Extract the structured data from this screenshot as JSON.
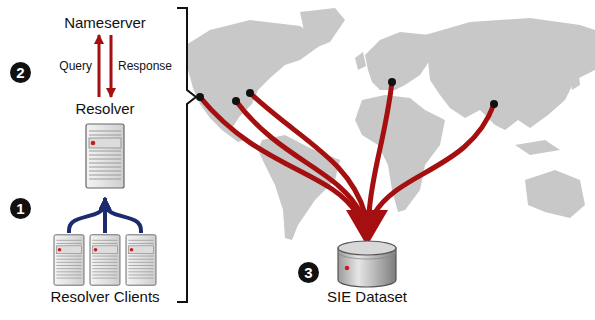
{
  "diagram": {
    "nodes": [
      {
        "text": [
          "Nameserver"
        ]
      },
      {
        "text": [
          "Resolver"
        ]
      },
      {
        "text": [
          "Resolver Clients"
        ]
      },
      {
        "text": [
          "SIE Dataset"
        ]
      }
    ],
    "edges": [
      {
        "from": 1,
        "to": 0,
        "arrow": "to",
        "label": "Query"
      },
      {
        "from": 0,
        "to": 1,
        "arrow": "to",
        "label": "Response"
      },
      {
        "from": 2,
        "to": 1,
        "arrow": "to"
      }
    ],
    "labels": [
      "2",
      "1",
      "3"
    ]
  }
}
